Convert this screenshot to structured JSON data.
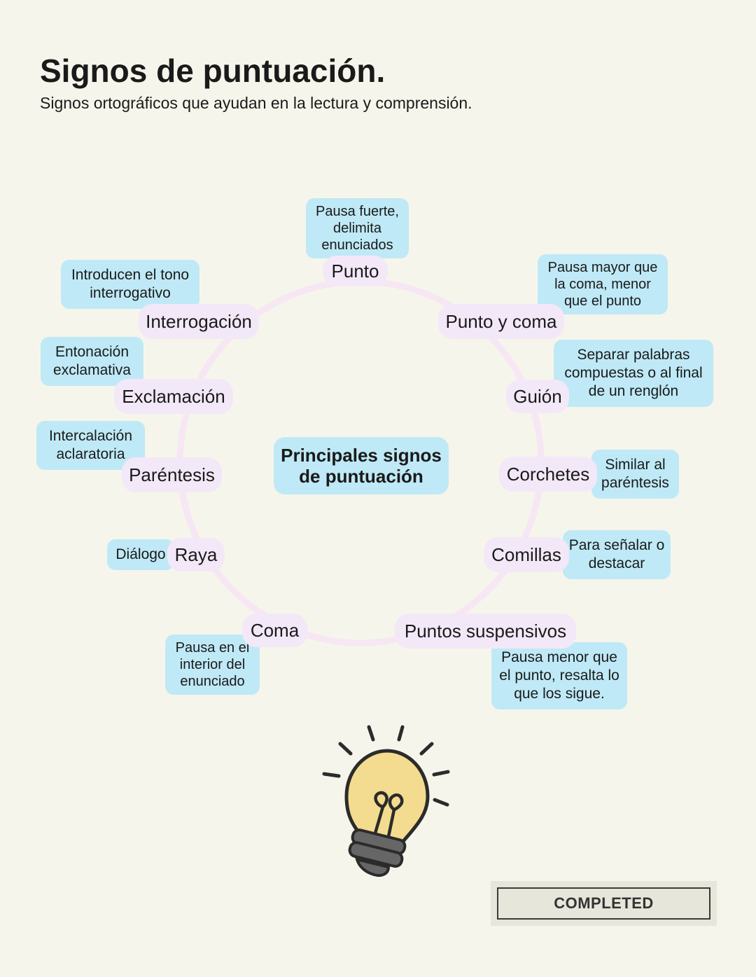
{
  "header": {
    "title": "Signos de puntuación.",
    "subtitle": "Signos ortográficos que ayudan en la lectura y comprensión."
  },
  "diagram": {
    "center": "Principales signos de puntuación",
    "nodes": [
      {
        "label": "Punto",
        "description": "Pausa fuerte, delimita enunciados"
      },
      {
        "label": "Punto y coma",
        "description": "Pausa mayor que la coma, menor que el punto"
      },
      {
        "label": "Guión",
        "description": "Separar palabras compuestas o al final de un renglón"
      },
      {
        "label": "Corchetes",
        "description": "Similar al paréntesis"
      },
      {
        "label": "Comillas",
        "description": "Para señalar o destacar"
      },
      {
        "label": "Puntos suspensivos",
        "description": "Pausa menor que el punto, resalta lo que los sigue."
      },
      {
        "label": "Coma",
        "description": "Pausa en el interior del enunciado"
      },
      {
        "label": "Raya",
        "description": "Diálogo"
      },
      {
        "label": "Paréntesis",
        "description": "Intercalación aclaratoria"
      },
      {
        "label": "Exclamación",
        "description": "Entonación exclamativa"
      },
      {
        "label": "Interrogación",
        "description": "Introducen el tono interrogativo"
      }
    ]
  },
  "completed_label": "COMPLETED",
  "colors": {
    "background": "#f6f5eb",
    "node_fill": "#f3e8f7",
    "description_fill": "#bfe9f6",
    "ring": "#f7e6f3",
    "bulb_glass": "#f3dc8f",
    "bulb_base": "#666666"
  },
  "icons": [
    "lightbulb-icon"
  ]
}
